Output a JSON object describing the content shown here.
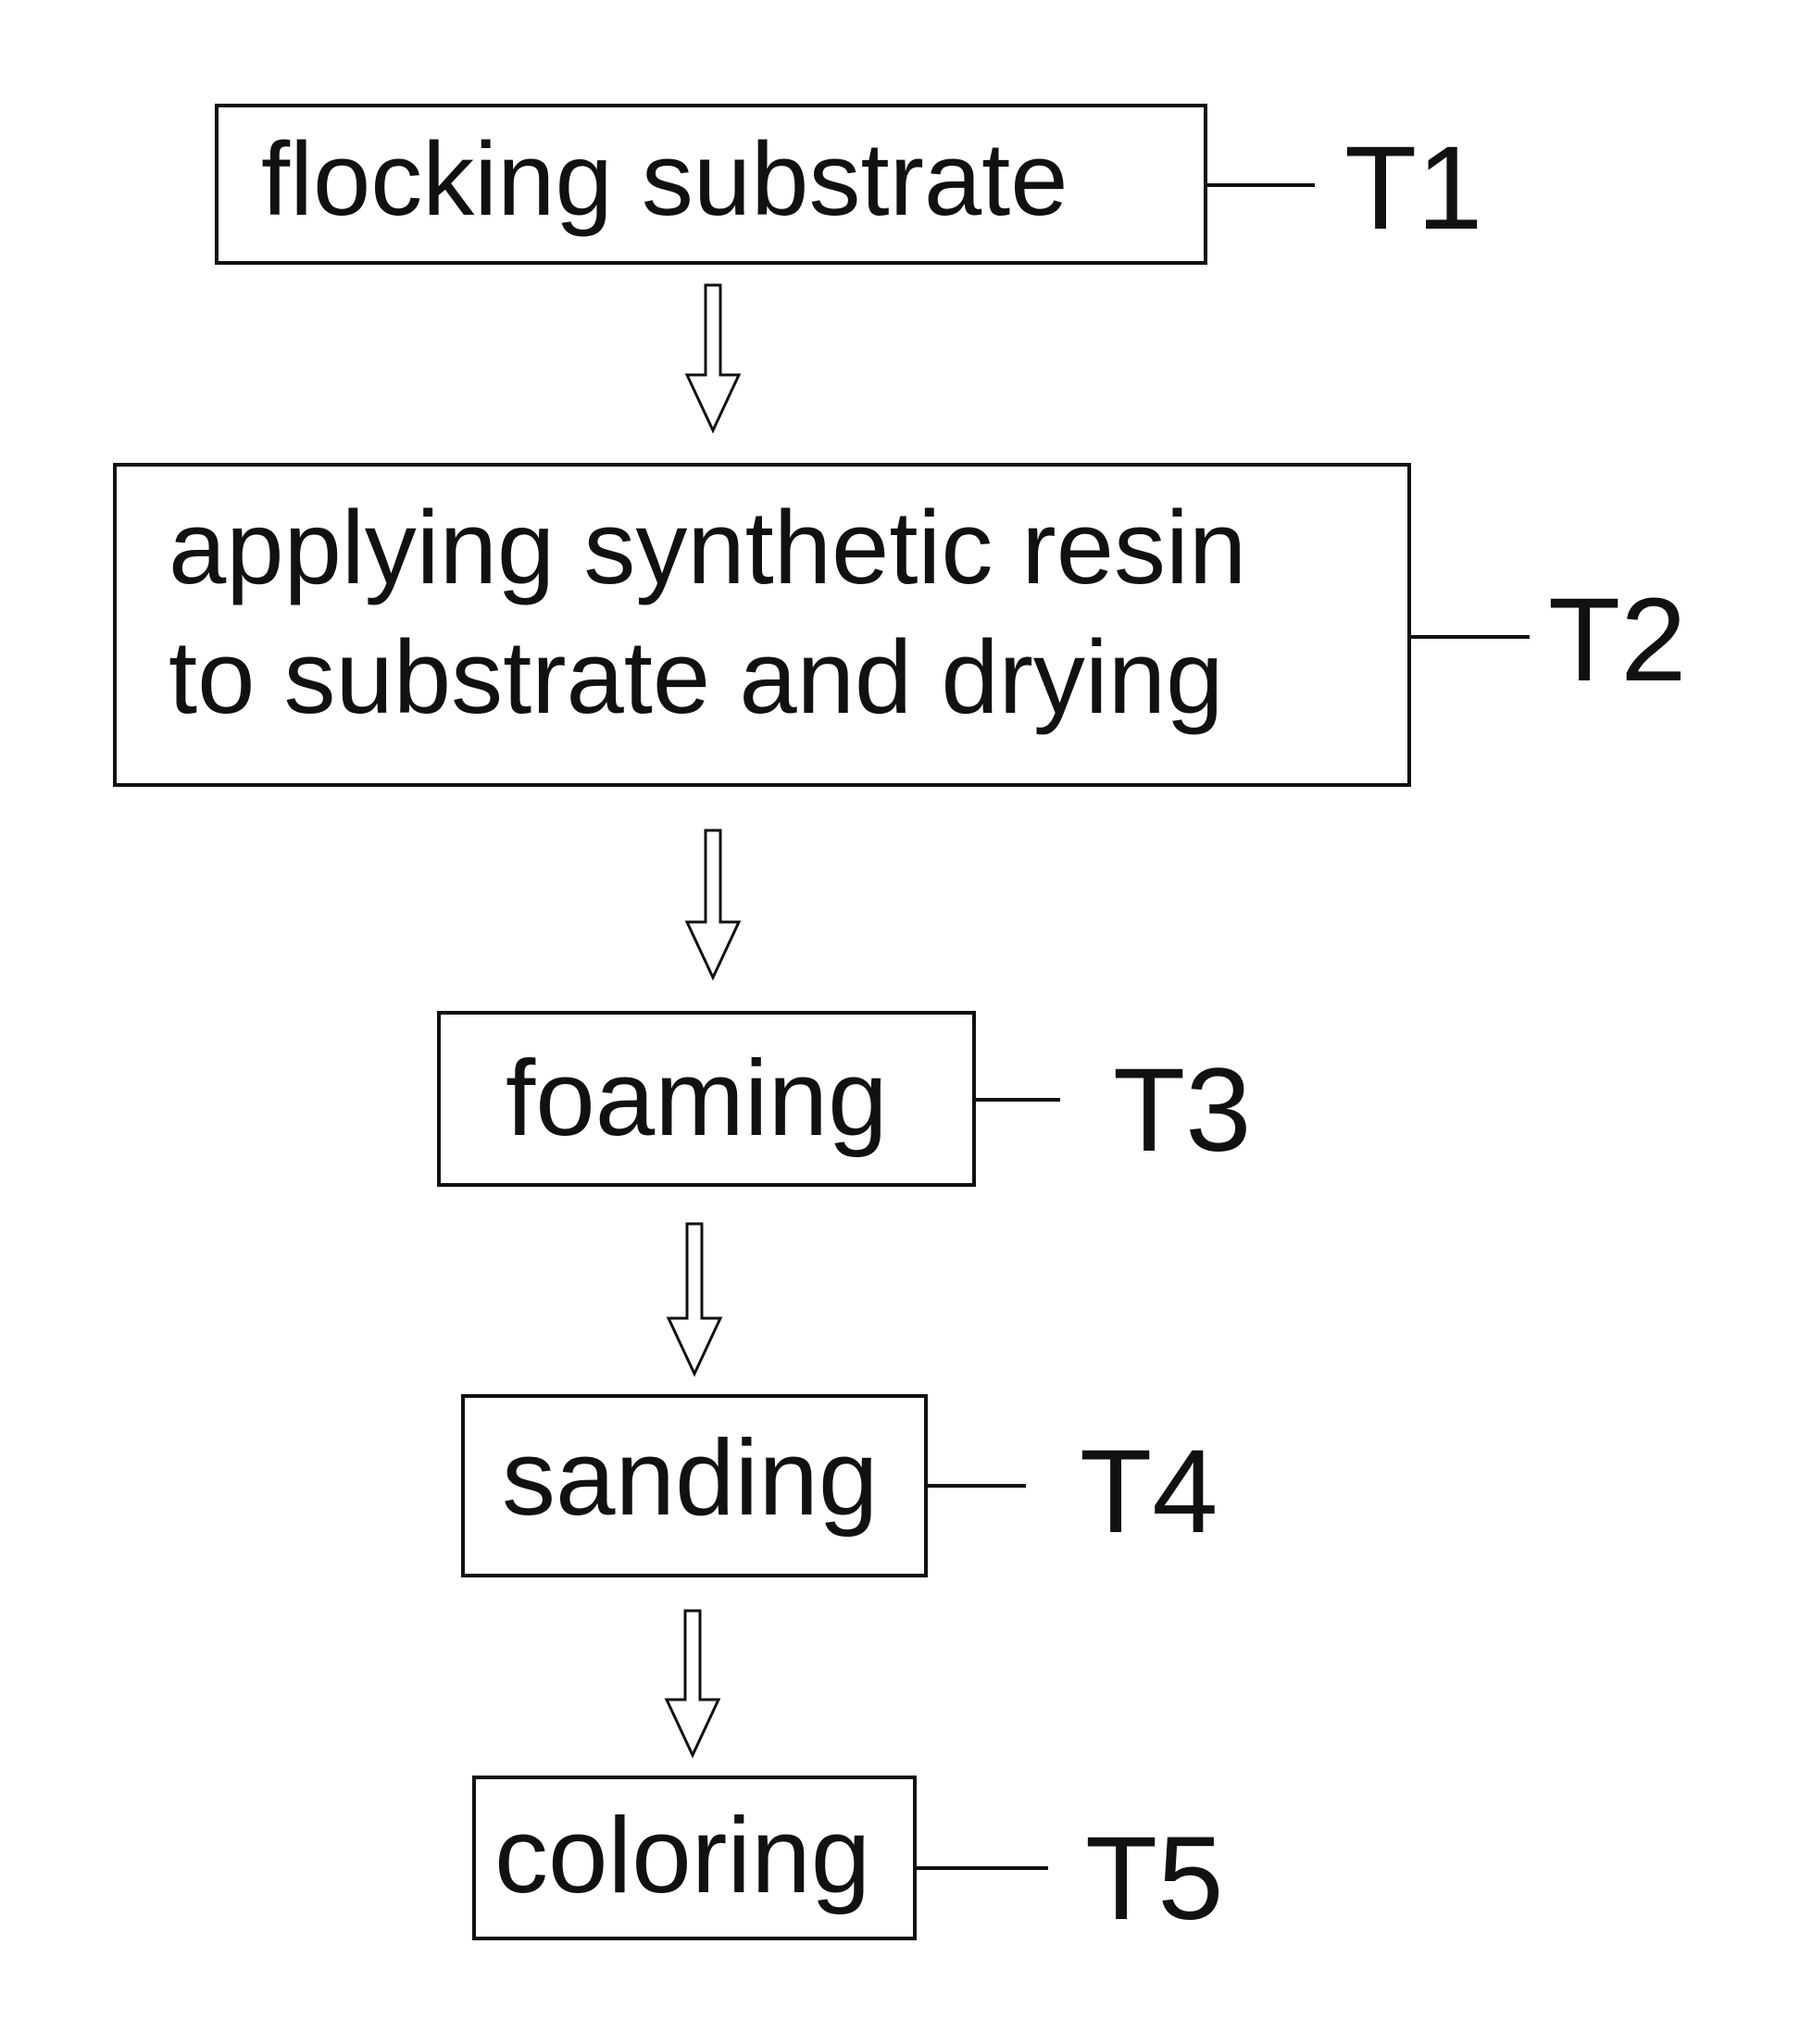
{
  "diagram": {
    "steps": [
      {
        "id": "T1",
        "lines": [
          "flocking substrate"
        ]
      },
      {
        "id": "T2",
        "lines": [
          "applying synthetic resin",
          "to substrate and drying"
        ]
      },
      {
        "id": "T3",
        "lines": [
          "foaming"
        ]
      },
      {
        "id": "T4",
        "lines": [
          "sanding"
        ]
      },
      {
        "id": "T5",
        "lines": [
          "coloring"
        ]
      }
    ],
    "colors": {
      "stroke": "#111111",
      "background": "#ffffff",
      "arrow_fill": "#ffffff"
    }
  }
}
